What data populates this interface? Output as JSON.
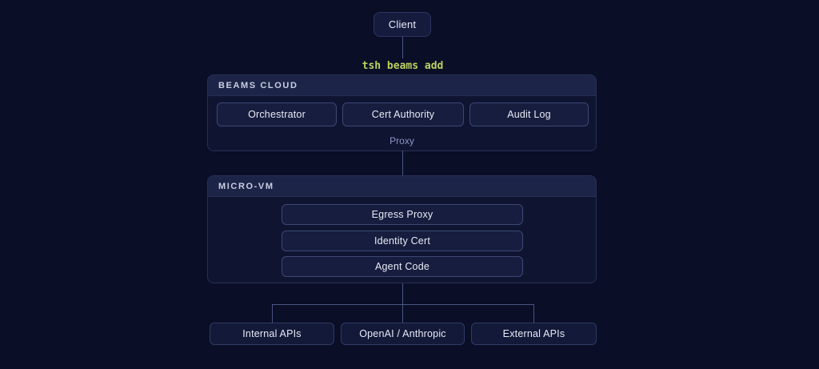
{
  "diagram": {
    "client": {
      "label": "Client"
    },
    "command": {
      "text": "tsh beams add"
    },
    "beams_cloud": {
      "title": "BEAMS CLOUD",
      "nodes": [
        {
          "label": "Orchestrator"
        },
        {
          "label": "Cert Authority"
        },
        {
          "label": "Audit Log"
        }
      ],
      "footer_label": "Proxy"
    },
    "micro_vm": {
      "title": "MICRO-VM",
      "nodes": [
        {
          "label": "Egress Proxy"
        },
        {
          "label": "Identity Cert"
        },
        {
          "label": "Agent Code"
        }
      ]
    },
    "destinations": [
      {
        "label": "Internal APIs"
      },
      {
        "label": "OpenAI / Anthropic"
      },
      {
        "label": "External APIs"
      }
    ]
  },
  "colors": {
    "background": "#0a0e26",
    "container_fill": "#0f1531",
    "container_border": "#272f55",
    "header_fill": "#1c2448",
    "node_fill": "#161d3e",
    "node_border": "#3c4775",
    "text_primary": "#e8ebf5",
    "text_muted": "#8b93c4",
    "command_text": "#bdd161",
    "connector": "#4b5583"
  }
}
